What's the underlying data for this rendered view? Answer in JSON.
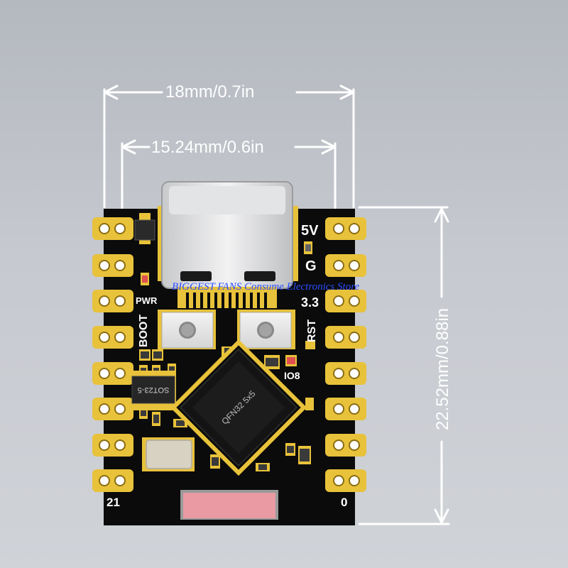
{
  "dimensions": {
    "total_width": "18mm/0.7in",
    "pin_pitch_width": "15.24mm/0.6in",
    "height": "22.52mm/0.88in"
  },
  "silkscreen": {
    "pin_5v": "5V",
    "pin_g": "G",
    "pin_3v3": "3.3",
    "pwr": "PWR",
    "boot": "BOOT",
    "rst": "RST",
    "io8": "IO8",
    "pin_21": "21",
    "pin_0": "0",
    "regulator": "SOT23-5",
    "mcu": "QFN32 5x5"
  },
  "watermark": "BIGGEST FANS Consume Electronics Store",
  "colors": {
    "board": "#0b0b0b",
    "gold_pad": "#e8c23a",
    "usb_metal": "#d9dadc",
    "antenna": "#e99aa2",
    "watermark": "#2a4cff"
  }
}
